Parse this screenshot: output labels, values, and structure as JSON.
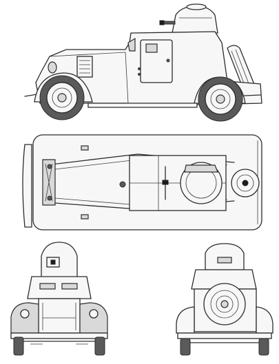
{
  "figure": {
    "views": [
      {
        "id": "side-view"
      },
      {
        "id": "top-view"
      },
      {
        "id": "front-view"
      },
      {
        "id": "rear-view"
      }
    ],
    "colors": {
      "line": "#2b2b2b",
      "background": "#ffffff",
      "shade": "#d9d9d9"
    }
  }
}
